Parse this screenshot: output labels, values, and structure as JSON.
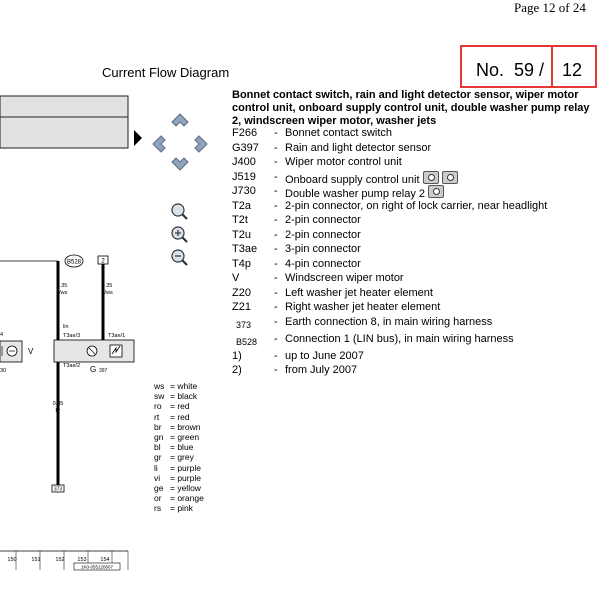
{
  "page": {
    "label": "Page 12 of 24"
  },
  "header": {
    "title": "Current Flow Diagram",
    "doc_no": "No.  59 /",
    "doc_page": "12"
  },
  "legend": {
    "heading": "Bonnet contact switch, rain and light detector sensor, wiper motor control unit, onboard supply control unit, double washer pump relay 2, windscreen wiper motor, washer jets",
    "items": [
      {
        "code": "F266",
        "desc": "Bonnet contact switch",
        "cameras": 0
      },
      {
        "code": "G397",
        "desc": "Rain and light detector sensor",
        "cameras": 0
      },
      {
        "code": "J400",
        "desc": "Wiper motor control unit",
        "cameras": 0
      },
      {
        "code": "J519",
        "desc": "Onboard supply control unit",
        "cameras": 2
      },
      {
        "code": "J730",
        "desc": "Double washer pump relay 2",
        "cameras": 1
      },
      {
        "code": "T2a",
        "desc": "2-pin connector, on right of lock carrier, near headlight",
        "cameras": 0
      },
      {
        "code": "T2t",
        "desc": "2-pin connector",
        "cameras": 0
      },
      {
        "code": "T2u",
        "desc": "2-pin connector",
        "cameras": 0
      },
      {
        "code": "T3ae",
        "desc": "3-pin connector",
        "cameras": 0
      },
      {
        "code": "T4p",
        "desc": "4-pin connector",
        "cameras": 0
      },
      {
        "code": "V",
        "desc": "Windscreen wiper motor",
        "cameras": 0
      },
      {
        "code": "Z20",
        "desc": "Left washer jet heater element",
        "cameras": 0
      },
      {
        "code": "Z21",
        "desc": "Right washer jet heater element",
        "cameras": 0
      },
      {
        "code": "373",
        "desc": "Earth connection 8, in main wiring harness",
        "cameras": 0
      },
      {
        "code": "B528",
        "desc": "Connection 1 (LIN bus), in main wiring harness",
        "cameras": 0
      },
      {
        "code": "1)",
        "desc": "up to June 2007",
        "cameras": 0
      },
      {
        "code": "2)",
        "desc": "from July 2007",
        "cameras": 0
      }
    ]
  },
  "wire_colors": [
    {
      "code": "ws",
      "name": "= white"
    },
    {
      "code": "sw",
      "name": "= black"
    },
    {
      "code": "ro",
      "name": "= red"
    },
    {
      "code": "rt",
      "name": "= red"
    },
    {
      "code": "br",
      "name": "= brown"
    },
    {
      "code": "gn",
      "name": "= green"
    },
    {
      "code": "bl",
      "name": "= blue"
    },
    {
      "code": "gr",
      "name": "= grey"
    },
    {
      "code": "li",
      "name": "= purple"
    },
    {
      "code": "vi",
      "name": "= purple"
    },
    {
      "code": "ge",
      "name": "= yellow"
    },
    {
      "code": "or",
      "name": "= orange"
    },
    {
      "code": "rs",
      "name": "= pink"
    }
  ],
  "diagram": {
    "marker_b528": "B528",
    "marker_2": "2",
    "wire1_size": "0.35",
    "wire1_color": "li/ws",
    "wire2_size": "0.35",
    "wire2_color": "rt/ws",
    "wire3_size": "0.35",
    "wire3_color": "br",
    "pin_li": "lin",
    "pin_t3ae3": "T3ae/3",
    "pin_t3ae1": "T3ae/1",
    "pin_t3ae2": "T3ae/2",
    "comp_v": "V",
    "comp_g": "G",
    "comp_g_sub": "397",
    "pin_left_top": "4",
    "pin_left_bottom": "30",
    "earth_box": "373",
    "grid": [
      "150",
      "151",
      "152",
      "153",
      "154"
    ],
    "ref": "1K0-055120607"
  },
  "colors": {
    "highlight": "#e53935",
    "nav_icon": "#8fa4bb",
    "component_fill": "#e6e6e6"
  }
}
